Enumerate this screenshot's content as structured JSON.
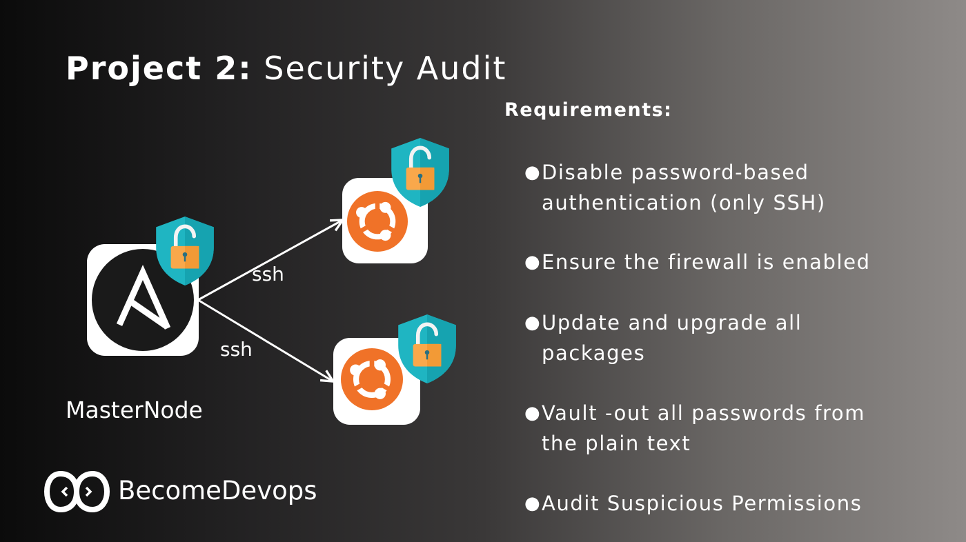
{
  "title": {
    "bold": "Project 2:",
    "rest": " Security Audit"
  },
  "requirements": {
    "heading": "Requirements:",
    "items": [
      "Disable password-based\nauthentication (only SSH)",
      "Ensure the firewall is enabled",
      "Update and upgrade all\npackages",
      "Vault -out all passwords  from\nthe plain text",
      "Audit  Suspicious Permissions"
    ]
  },
  "diagram": {
    "master_label": "MasterNode",
    "edge_labels": [
      "ssh",
      "ssh"
    ],
    "icons": {
      "master": "ansible-logo-icon",
      "target": "ubuntu-logo-icon",
      "badge": "shield-unlocked-padlock-icon"
    }
  },
  "brand": {
    "name": "BecomeDevops",
    "icon": "infinity-code-logo-icon"
  },
  "colors": {
    "shield": "#1fb5c2",
    "padlock": "#f9a84b",
    "ubuntu": "#f07228",
    "ansible_bg": "#1a1a1a"
  }
}
